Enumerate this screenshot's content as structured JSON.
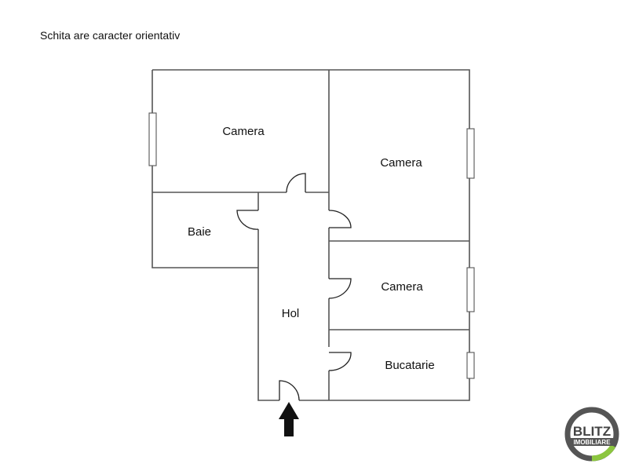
{
  "note": "Schita are caracter orientativ",
  "rooms": [
    {
      "label": "Camera"
    },
    {
      "label": "Camera"
    },
    {
      "label": "Baie"
    },
    {
      "label": "Camera"
    },
    {
      "label": "Hol"
    },
    {
      "label": "Bucatarie"
    }
  ],
  "logo": {
    "line1": "BLITZ",
    "line2": "IMOBILIARE",
    "ring_color": "#555555",
    "accent_color": "#8cc63f"
  },
  "entrance_arrow": "arrow-up-icon"
}
